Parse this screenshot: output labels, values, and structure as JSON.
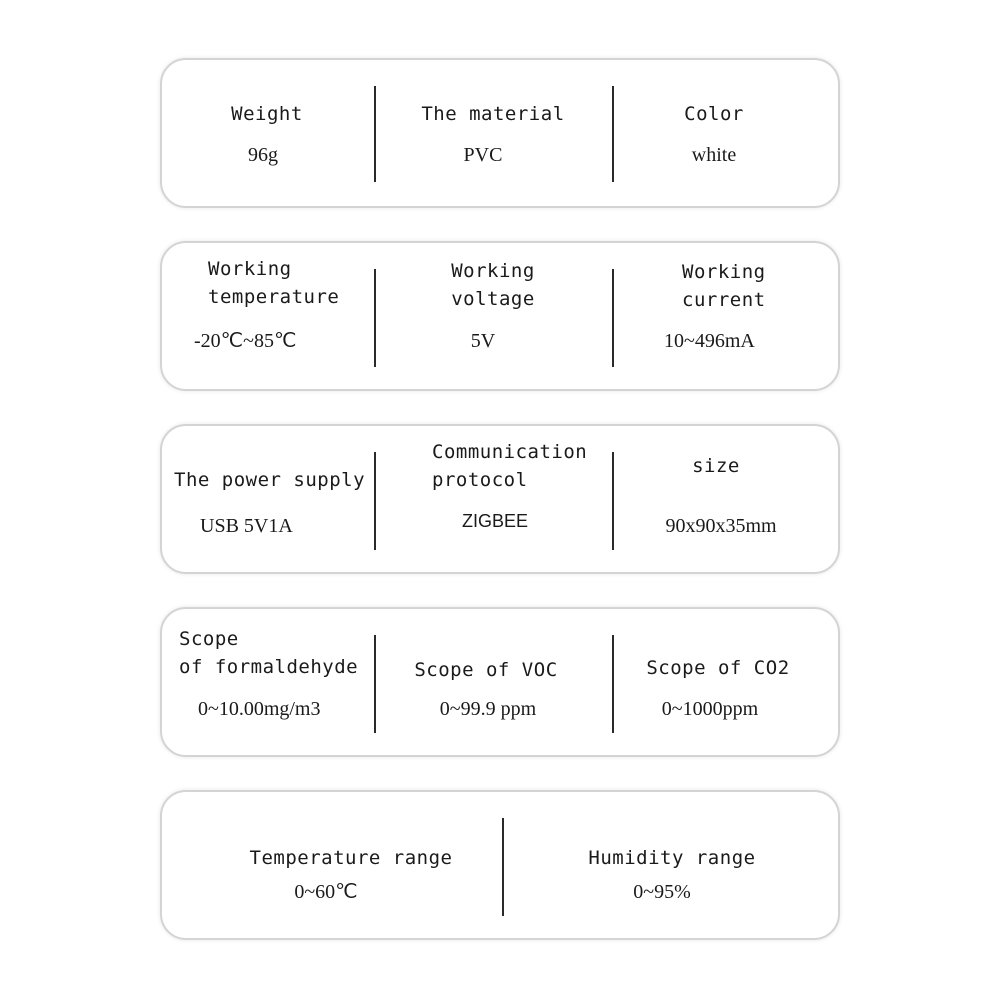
{
  "specs": {
    "card1": {
      "weight_label": "Weight",
      "weight_value": "96g",
      "material_label": "The material",
      "material_value": "PVC",
      "color_label": "Color",
      "color_value": "white"
    },
    "card2": {
      "temp_label_line1": "Working",
      "temp_label_line2": "temperature",
      "temp_value": "-20℃~85℃",
      "voltage_label_line1": "Working",
      "voltage_label_line2": "voltage",
      "voltage_value": "5V",
      "current_label_line1": "Working",
      "current_label_line2": "current",
      "current_value": "10~496mA"
    },
    "card3": {
      "power_label": "The power supply",
      "power_value": "USB 5V1A",
      "protocol_label_line1": "Communication",
      "protocol_label_line2": "protocol",
      "protocol_value": "ZIGBEE",
      "size_label": "size",
      "size_value": "90x90x35mm"
    },
    "card4": {
      "formaldehyde_label_line1": "Scope",
      "formaldehyde_label_line2": "of formaldehyde",
      "formaldehyde_value": "0~10.00mg/m3",
      "voc_label": "Scope of VOC",
      "voc_value": "0~99.9 ppm",
      "co2_label": "Scope of CO2",
      "co2_value": "0~1000ppm"
    },
    "card5": {
      "temp_range_label": "Temperature range",
      "temp_range_value": "0~60℃",
      "humidity_label": "Humidity range",
      "humidity_value": "0~95%"
    }
  }
}
